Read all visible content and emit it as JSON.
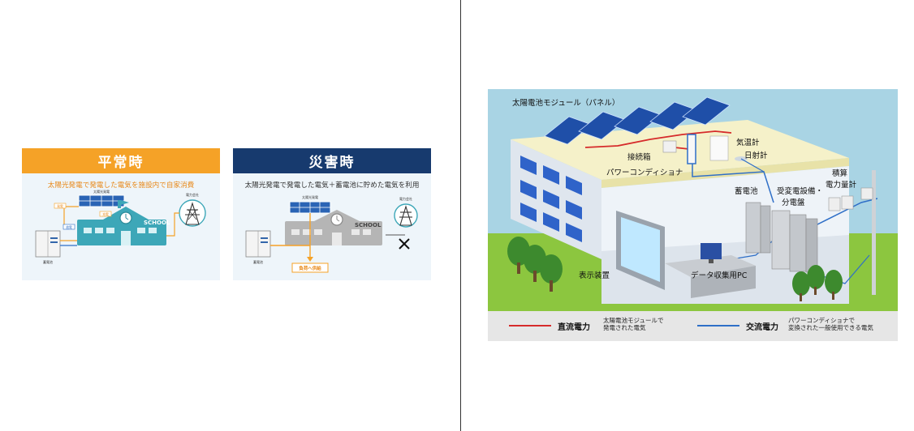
{
  "normal": {
    "title": "平常時",
    "subtitle": "太陽光発電で発電した電気を施設内で自家消費",
    "labels": {
      "panel": "太陽光発電",
      "utility": "電力会社",
      "battery": "蓄電池",
      "school": "SCHOOL",
      "tag1": "発電",
      "tag2": "放電",
      "tag3": "充電"
    }
  },
  "disaster": {
    "title": "災害時",
    "subtitle": "太陽光発電で発電した電気＋蓄電池に貯めた電気を利用",
    "labels": {
      "panel": "太陽光発電",
      "utility": "電力会社",
      "battery": "蓄電池",
      "school": "SCHOOL",
      "supply": "負荷へ供給"
    }
  },
  "system": {
    "labels": {
      "solar_module": "太陽電池モジュール（パネル）",
      "junction_box": "接続箱",
      "thermometer": "気温計",
      "pyranometer": "日射計",
      "power_conditioner": "パワーコンディショナ",
      "battery": "蓄電池",
      "substation": "受変電設備・",
      "distribution_board": "分電盤",
      "meter_line1": "積算",
      "meter_line2": "電力量計",
      "display": "表示装置",
      "data_pc": "データ収集用PC"
    },
    "legend": {
      "dc_title": "直流電力",
      "dc_desc_1": "太陽電池モジュールで",
      "dc_desc_2": "発電された電気",
      "ac_title": "交流電力",
      "ac_desc_1": "パワーコンディショナで",
      "ac_desc_2": "変換された一般使用できる電気"
    },
    "colors": {
      "dc": "#d62b2b",
      "ac": "#2f6fc7",
      "sky": "#a9d4e4",
      "grass": "#8cc63f"
    }
  }
}
